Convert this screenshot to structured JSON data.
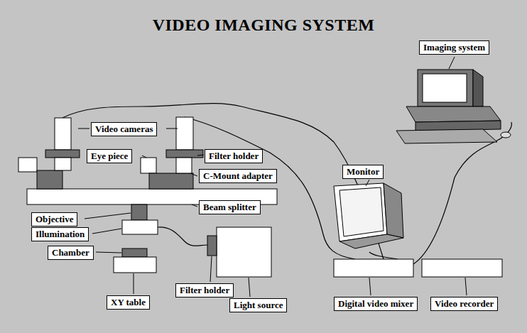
{
  "diagram": {
    "title": "VIDEO IMAGING SYSTEM",
    "nodes": [
      {
        "text": [
          "Imaging system"
        ]
      },
      {
        "text": [
          "Video cameras"
        ]
      },
      {
        "text": [
          "Eye piece"
        ]
      },
      {
        "text": [
          "Filter holder"
        ]
      },
      {
        "text": [
          "C-Mount adapter"
        ]
      },
      {
        "text": [
          "Monitor"
        ]
      },
      {
        "text": [
          "Beam splitter"
        ]
      },
      {
        "text": [
          "Objective"
        ]
      },
      {
        "text": [
          "Illumination"
        ]
      },
      {
        "text": [
          "Chamber"
        ]
      },
      {
        "text": [
          "Filter holder"
        ]
      },
      {
        "text": [
          "XY table"
        ]
      },
      {
        "text": [
          "Light source"
        ]
      },
      {
        "text": [
          "Digital video mixer"
        ]
      },
      {
        "text": [
          "Video recorder"
        ]
      }
    ]
  }
}
